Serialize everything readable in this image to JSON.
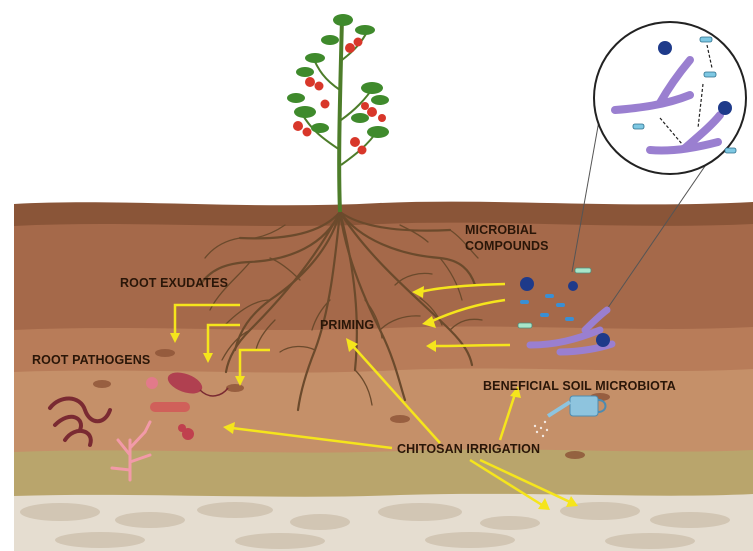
{
  "labels": {
    "microbial_compounds_line1": "MICROBIAL",
    "microbial_compounds_line2": "COMPOUNDS",
    "root_exudates": "ROOT EXUDATES",
    "priming": "PRIMING",
    "root_pathogens": "ROOT PATHOGENS",
    "beneficial_soil_microbiota": "BENEFICIAL SOIL MICROBIOTA",
    "chitosan_irrigation": "CHITOSAN IRRIGATION"
  },
  "colors": {
    "sky": "#ffffff",
    "topsoil": "#8a5538",
    "soil_upper": "#a5694a",
    "soil_middle": "#b87c59",
    "soil_lower": "#c59069",
    "clay": "#b9a56c",
    "bedrock": "#e5ddd0",
    "arrow_yellow": "#f5e51c",
    "root": "#6b4a2c",
    "microbe_purple": "#9a7fd0",
    "pathogen_red": "#b04050",
    "stem_green": "#4d7d2a",
    "tomato_red": "#d8372a"
  }
}
